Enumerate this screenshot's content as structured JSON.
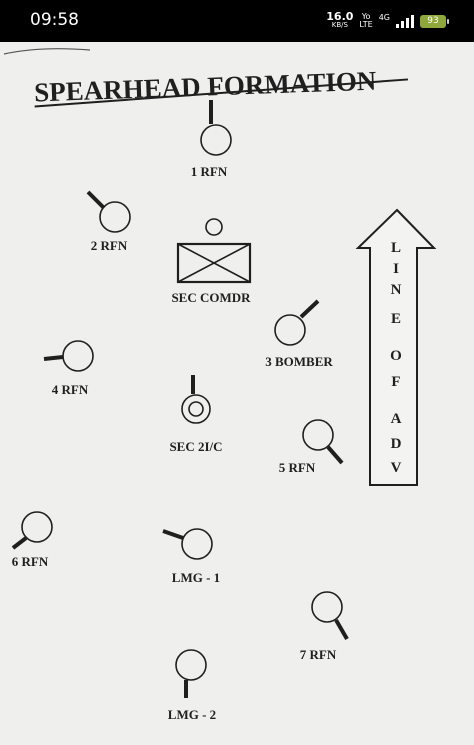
{
  "status_bar": {
    "time": "09:58",
    "speed_value": "16.0",
    "speed_unit": "KB/S",
    "volte_top": "Yo",
    "volte_bottom": "LTE",
    "network": "4G",
    "battery": "93"
  },
  "diagram": {
    "title": "SPEARHEAD FORMATION",
    "arrow_label_lines": [
      "L",
      "I",
      "N",
      "E",
      "O",
      "F",
      "A",
      "D",
      "V"
    ],
    "positions": [
      {
        "key": "rfn1",
        "label": "1 RFN",
        "symbol": "rifleman-icon"
      },
      {
        "key": "rfn2",
        "label": "2 RFN",
        "symbol": "rifleman-icon"
      },
      {
        "key": "sec_comdr",
        "label": "SEC COMDR",
        "symbol": "section-commander-icon"
      },
      {
        "key": "bomber3",
        "label": "3 BOMBER",
        "symbol": "bomber-icon"
      },
      {
        "key": "rfn4",
        "label": "4 RFN",
        "symbol": "rifleman-icon"
      },
      {
        "key": "sec_2ic",
        "label": "SEC 2I/C",
        "symbol": "second-in-command-icon"
      },
      {
        "key": "rfn5",
        "label": "5 RFN",
        "symbol": "rifleman-icon"
      },
      {
        "key": "rfn6",
        "label": "6 RFN",
        "symbol": "rifleman-icon"
      },
      {
        "key": "lmg1",
        "label": "LMG - 1",
        "symbol": "lmg-icon"
      },
      {
        "key": "rfn7",
        "label": "7 RFN",
        "symbol": "rifleman-icon"
      },
      {
        "key": "lmg2",
        "label": "LMG - 2",
        "symbol": "lmg-icon"
      }
    ]
  }
}
